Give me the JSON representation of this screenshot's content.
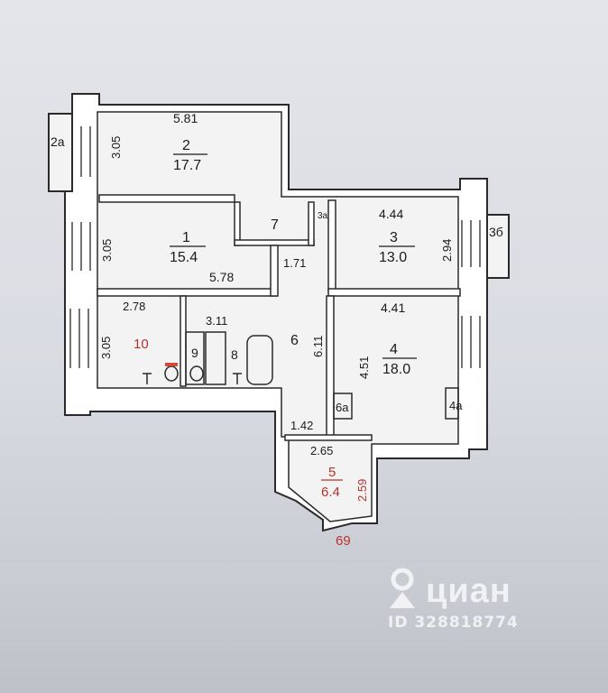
{
  "rooms": {
    "r2": {
      "number": "2",
      "area": "17.7",
      "width": "5.81",
      "depth": "3.05"
    },
    "r2a": {
      "number": "2a"
    },
    "r1": {
      "number": "1",
      "area": "15.4",
      "width": "5.78",
      "depth": "3.05"
    },
    "r7": {
      "number": "7"
    },
    "r3a": {
      "number": "3a"
    },
    "r3": {
      "number": "3",
      "area": "13.0",
      "width": "4.44",
      "depth": "2.94"
    },
    "r3b": {
      "number": "3б"
    },
    "r10": {
      "number": "10",
      "width": "2.78",
      "depth": "3.05"
    },
    "r9": {
      "number": "9"
    },
    "r8": {
      "number": "8",
      "width": "3.11"
    },
    "r6": {
      "number": "6",
      "length": "6.11",
      "width": "1.71",
      "extra": "1.42"
    },
    "r4": {
      "number": "4",
      "area": "18.0",
      "width": "4.41",
      "depth": "4.51"
    },
    "r4a": {
      "number": "4a"
    },
    "r6a": {
      "number": "6a"
    },
    "r5": {
      "number": "5",
      "area": "6.4",
      "width": "2.65",
      "depth": "2.59"
    }
  },
  "stray": {
    "bottom_number": "69"
  },
  "watermark": {
    "brand": "циан",
    "id": "ID 328818774"
  },
  "colors": {
    "red_label": "#b8322b",
    "line": "#2a2a2a",
    "paper": "#e4e5ea"
  }
}
